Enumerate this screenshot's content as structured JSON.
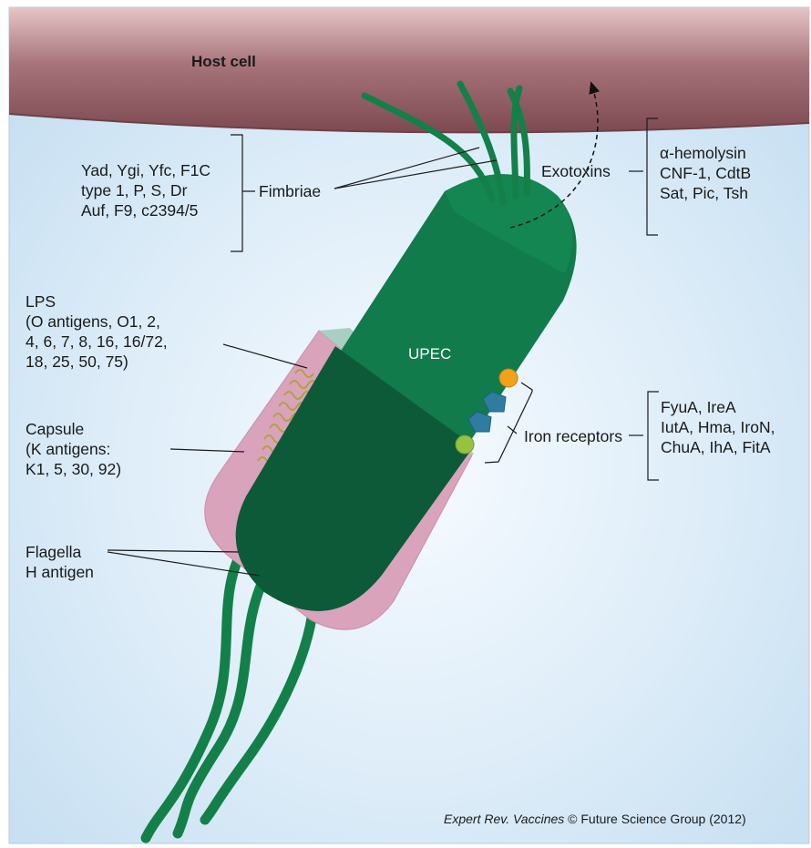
{
  "host_cell": {
    "label": "Host cell",
    "color": "#8c5a62"
  },
  "bacterium": {
    "label": "UPEC",
    "body_color": "#107a4a",
    "capsule_color": "#dba4bd"
  },
  "fimbriae": {
    "types": [
      "Yad, Ygi, Yfc, F1C",
      "type 1, P, S, Dr",
      "Auf, F9, c2394/5"
    ],
    "label": "Fimbriae"
  },
  "exotoxins": {
    "label": "Exotoxins",
    "types": [
      "α-hemolysin",
      "CNF-1, CdtB",
      "Sat, Pic, Tsh"
    ]
  },
  "lps": {
    "lines": [
      "LPS",
      "(O antigens, O1, 2,",
      "4, 6, 7, 8, 16, 16/72,",
      "18, 25, 50, 75)"
    ]
  },
  "capsule": {
    "lines": [
      "Capsule",
      "(K antigens:",
      "K1, 5, 30, 92)"
    ]
  },
  "flagella": {
    "lines": [
      "Flagella",
      "H antigen"
    ]
  },
  "iron_receptors": {
    "label": "Iron receptors",
    "types": [
      "FyuA, IreA",
      "IutA, Hma, IroN,",
      "ChuA, IhA, FitA"
    ]
  },
  "credit": {
    "journal": "Expert Rev. Vaccines",
    "rest": "© Future Science Group (2012)"
  }
}
